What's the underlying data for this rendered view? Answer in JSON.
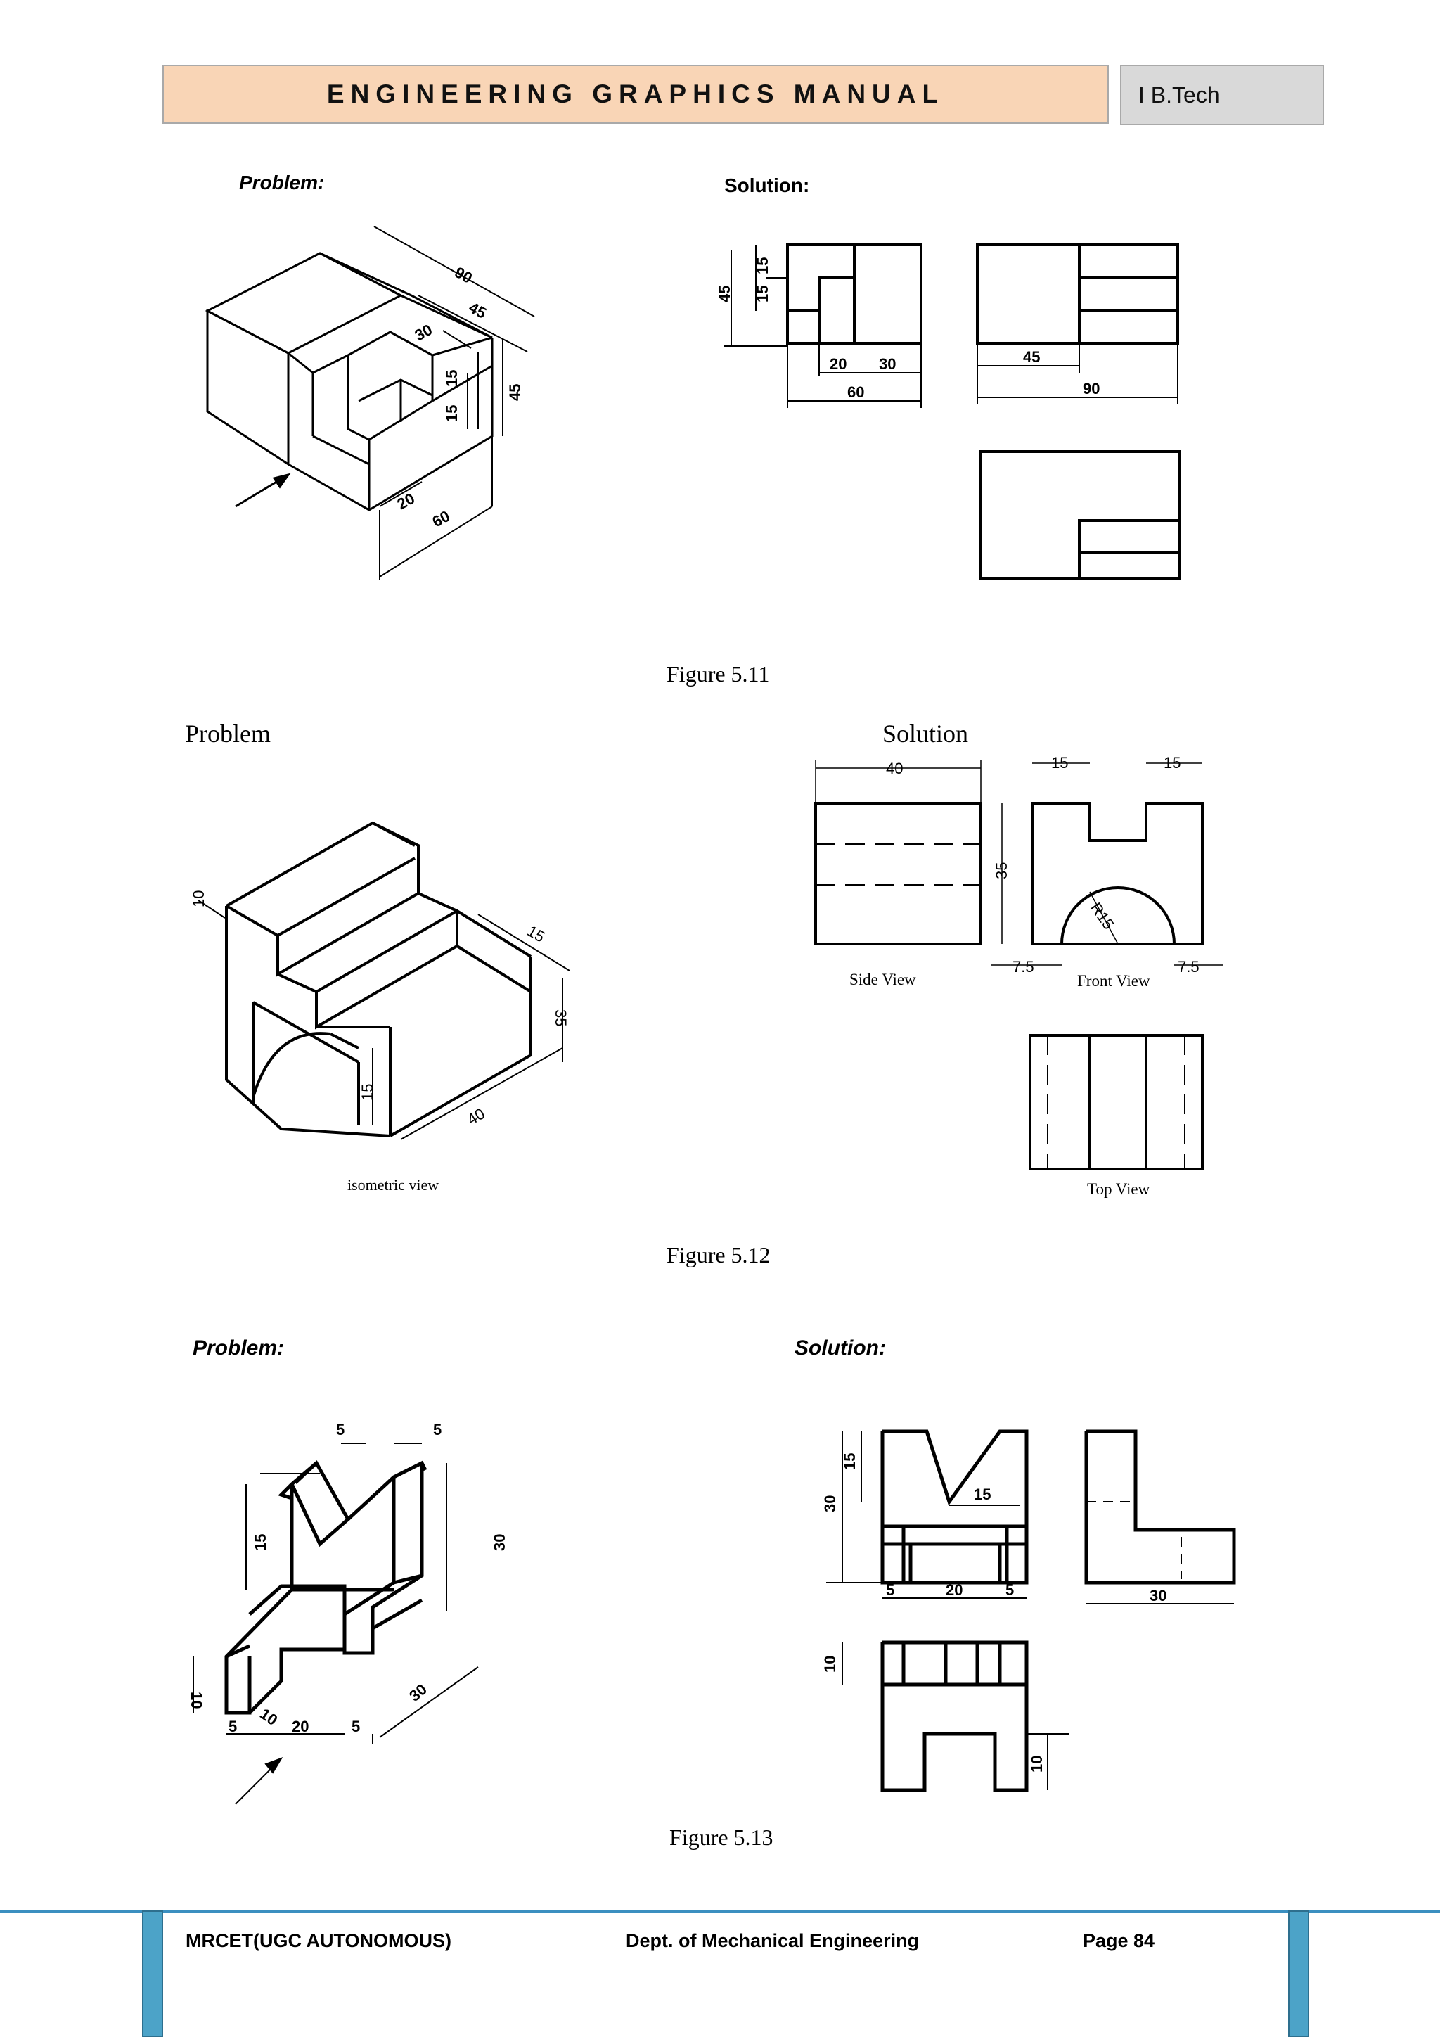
{
  "header": {
    "title": "ENGINEERING GRAPHICS MANUAL",
    "tag": "I B.Tech"
  },
  "fig511": {
    "problem_label": "Problem:",
    "solution_label": "Solution:",
    "caption": "Figure  5.11",
    "iso_dims": [
      "90",
      "45",
      "30",
      "15",
      "15",
      "45",
      "20",
      "60"
    ],
    "sol_dims": [
      "45",
      "15",
      "15",
      "20",
      "30",
      "60",
      "45",
      "90"
    ]
  },
  "fig512": {
    "problem_label": "Problem",
    "solution_label": "Solution",
    "caption": "Figure  5.12",
    "iso_label": "isometric view",
    "side_view": "Side View",
    "front_view": "Front View",
    "top_view": "Top View",
    "iso_dims": [
      "10",
      "15",
      "35",
      "15",
      "40"
    ],
    "sol_dims": [
      "40",
      "35",
      "15",
      "15",
      "R15",
      "7.5",
      "7.5"
    ]
  },
  "fig513": {
    "problem_label": "Problem:",
    "solution_label": "Solution:",
    "caption": "Figure 5.13",
    "iso_dims": [
      "5",
      "5",
      "15",
      "30",
      "10",
      "10",
      "30",
      "5",
      "20",
      "5"
    ],
    "sol_dims": [
      "30",
      "15",
      "15",
      "5",
      "20",
      "5",
      "30",
      "10",
      "10"
    ]
  },
  "footer": {
    "left": "MRCET(UGC AUTONOMOUS)",
    "center": "Dept. of Mechanical Engineering",
    "right": "Page 84"
  }
}
